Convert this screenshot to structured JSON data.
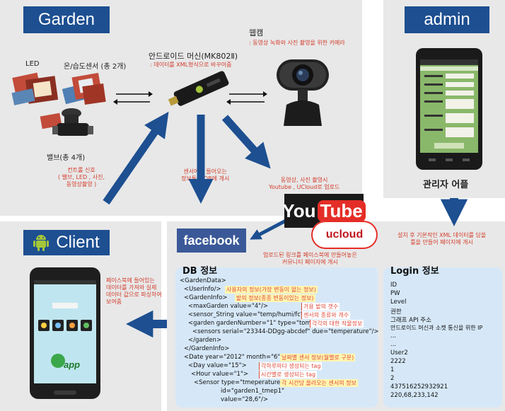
{
  "garden": {
    "title": "Garden",
    "led_label": "LED",
    "sensor_label": "온/습도센서 (총 2개)",
    "valve_label": "밸브(총 4개)",
    "android_label": "안드로이드 머신(MK802Ⅱ)",
    "android_note": ": 데이터를 XML형식으로 바꾸어줌",
    "webcam_label": "웹캠",
    "webcam_note": ": 동영상 녹화와 사진 촬영을 위한 카메라",
    "control_note": "컨트롤 신호\n( 밸브, LED , 사진,\n동영상촬영 )",
    "sensor_db_note": "센서에서 들어오는\n정보들을 DB에 개시",
    "video_note": "동영상, 사진 촬영시\nYoutube , UCloud로 업로드"
  },
  "admin": {
    "title": "admin",
    "app_label": "관리자 어플",
    "note": "설치 후 기본적인 XML 데이터를 담을\n틀을 만들어 페이지에 개시"
  },
  "youtube": {
    "you": "You",
    "tube": "Tube"
  },
  "ucloud": {
    "text": "ucloud"
  },
  "facebook": {
    "logo": "facebook",
    "note": "업로드된 링크를 페이스북에 만들어놓은\n커뮤니티 페이지에 개시"
  },
  "client": {
    "title": "Client",
    "note": "페이스북에 들어있는\n데이터를 가져와 실제\n데이터 값으로 파싱하여\n보여줌",
    "app_logo": "app"
  },
  "db": {
    "title": "DB 정보",
    "lines": [
      "<GardenData>",
      "<UserInfo/>",
      "<GardenInfo>",
      "<maxGarden  value=\"4\"/>",
      "<sensor_String value=\"temp/humi/fc\"/>",
      "<garden gardenNumber=\"1\" type=\"tomato\"/>",
      "<sensors serial=\"23344-DDgg-abcdef\" due=\"temperature\"/>",
      "</garden>",
      "</GardenInfo>",
      "<Date year=\"2012\" month=\"6\">",
      "<Day value=\"15\">",
      "<Hour value=\"1\">",
      "<Sensor type=\"tmeperature\"",
      "id=\"garden1_tmep1\"",
      "value=\"28,6\"/>"
    ],
    "notes": [
      "사용자의 정보(가장 변동이 없는 정보)",
      "밭의 정보(종종 변동이있는 정보)",
      "가용 밭의 갯수",
      "센서의 종류와 개수",
      "각각의 대한 작물정보",
      "날짜별 센서 정보(월별로 구분)",
      "각하루마다 생성되는 tag",
      "시간별로 생성되는 tag",
      "각 시간당 올라오는 센서의 정보"
    ]
  },
  "login": {
    "title": "Login 정보",
    "lines": [
      "ID",
      "PW",
      "Level",
      "권한",
      "그래프 API 주소",
      "안드로이드 머신과 소켓 통신을 위한 IP",
      "...",
      "...",
      "User2",
      "2222",
      "1",
      "2",
      "437516252932921",
      "220,68,233,142"
    ]
  },
  "colors": {
    "navy": "#1d4f91",
    "light_blue": "#d6e8f8",
    "note_red": "#d23c2b",
    "gray_panel": "#e8e8e8",
    "facebook_blue": "#3b5998",
    "youtube_red": "#e52d27"
  }
}
